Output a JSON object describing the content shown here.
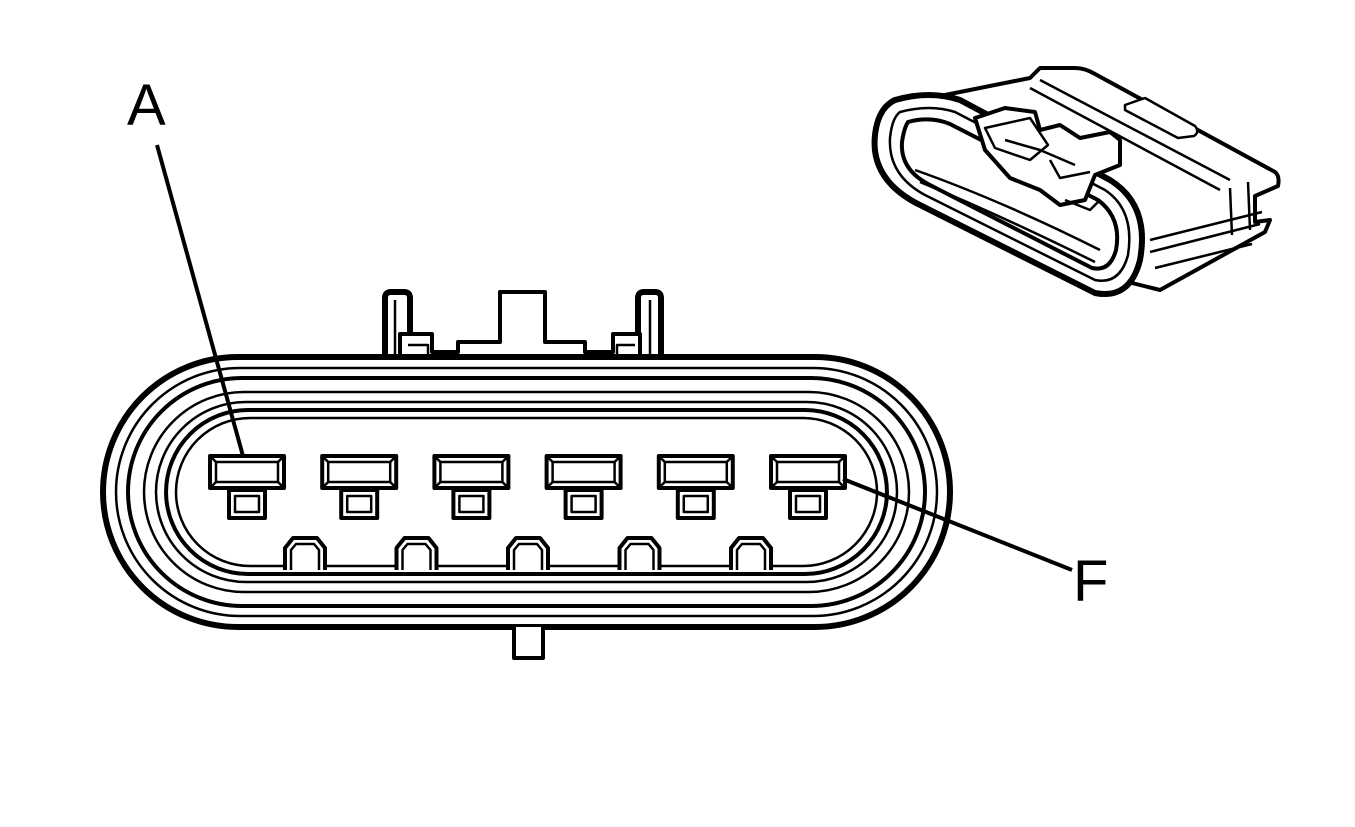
{
  "diagram": {
    "callouts": {
      "first_terminal": "A",
      "last_terminal": "F"
    },
    "terminal_count": 6,
    "key_count": 5,
    "colors": {
      "line": "#000000",
      "background": "#ffffff"
    }
  }
}
